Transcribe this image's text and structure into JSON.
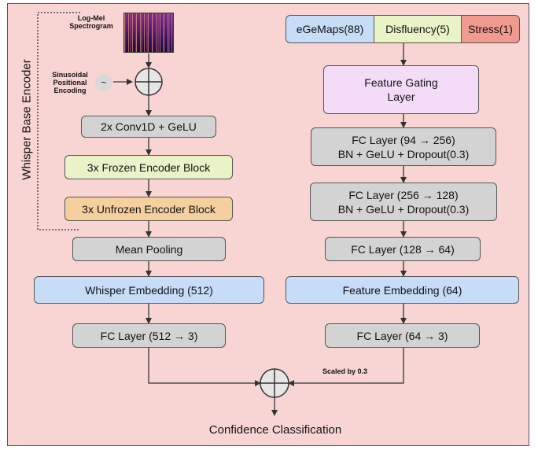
{
  "encoder_side_label": "Whisper Base Encoder",
  "spectrogram": {
    "label": "Log-Mel Spectrogram"
  },
  "positional": {
    "label": "Sinusoidal Positional Encoding",
    "symbol": "~"
  },
  "left_branch": {
    "conv": "2x Conv1D + GeLU",
    "frozen": "3x Frozen Encoder Block",
    "unfrozen": "3x Unfrozen Encoder Block",
    "pooling": "Mean Pooling",
    "embedding": "Whisper Embedding (512)",
    "fc": "FC Layer (512 → 3)"
  },
  "right_branch": {
    "inputs": [
      "eGeMaps(88)",
      "Disfluency(5)",
      "Stress(1)"
    ],
    "gating": [
      "Feature Gating",
      "Layer"
    ],
    "fc1": [
      "FC Layer (94 → 256)",
      "BN + GeLU + Dropout(0.3)"
    ],
    "fc2": [
      "FC Layer (256 → 128)",
      "BN + GeLU + Dropout(0.3)"
    ],
    "fc3": "FC Layer (128 → 64)",
    "embedding": "Feature Embedding (64)",
    "fc_out": "FC Layer (64 → 3)"
  },
  "scaled_label": "Scaled by 0.3",
  "output_label": "Confidence Classification",
  "colors": {
    "background": "#f8d5d2",
    "gray": "#d3d3d3",
    "frozen": "#eaf3c7",
    "unfrozen": "#f5cf9e",
    "embedding": "#c7dcf7",
    "gating": "#f4dcf9",
    "egemaps": "#c7dcf7",
    "disfluency": "#eaf3c7",
    "stress": "#f19a8f"
  }
}
